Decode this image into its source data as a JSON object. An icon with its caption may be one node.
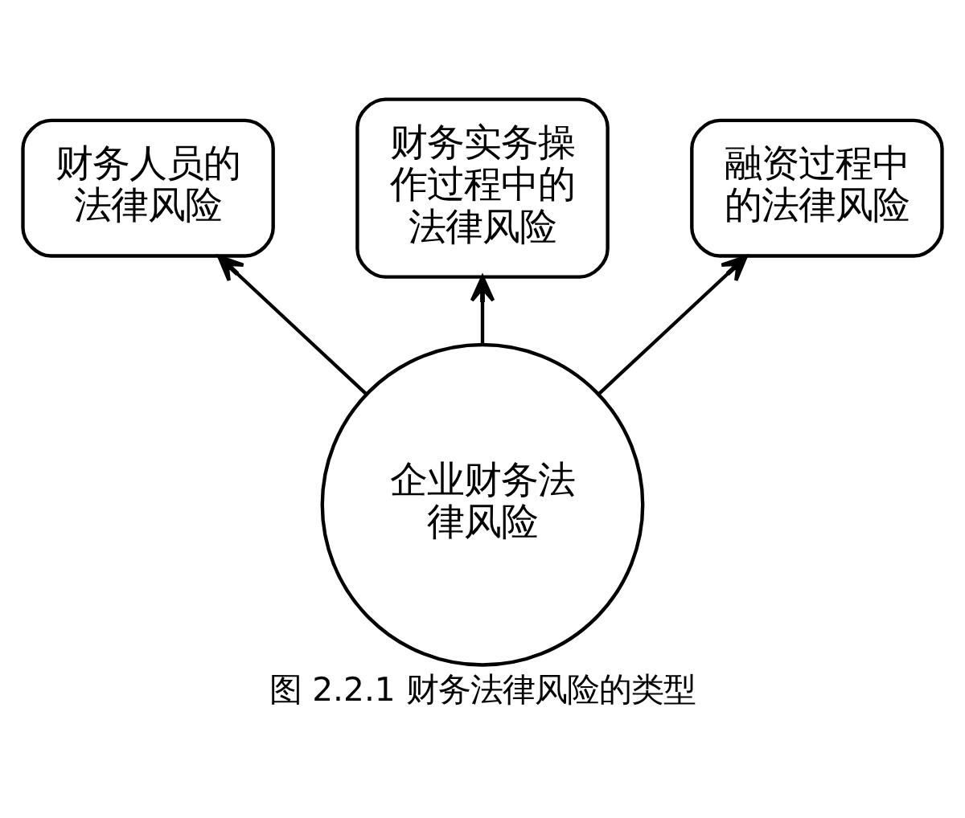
{
  "diagram": {
    "caption": "图 2.2.1 财务法律风险的类型",
    "nodes": [
      {
        "text": [
          "财务实务操作过程中的法律风险"
        ]
      },
      {
        "text": [
          "财务人员的法律风险"
        ]
      },
      {
        "text": [
          "融资过程中的法律风险"
        ]
      },
      {
        "text": [
          "企业财务法律风险"
        ]
      }
    ],
    "edges": [
      {
        "from": 3,
        "to": 1,
        "arrow": "to"
      },
      {
        "from": 3,
        "to": 0,
        "arrow": "to"
      },
      {
        "from": 3,
        "to": 2,
        "arrow": "to"
      }
    ]
  }
}
